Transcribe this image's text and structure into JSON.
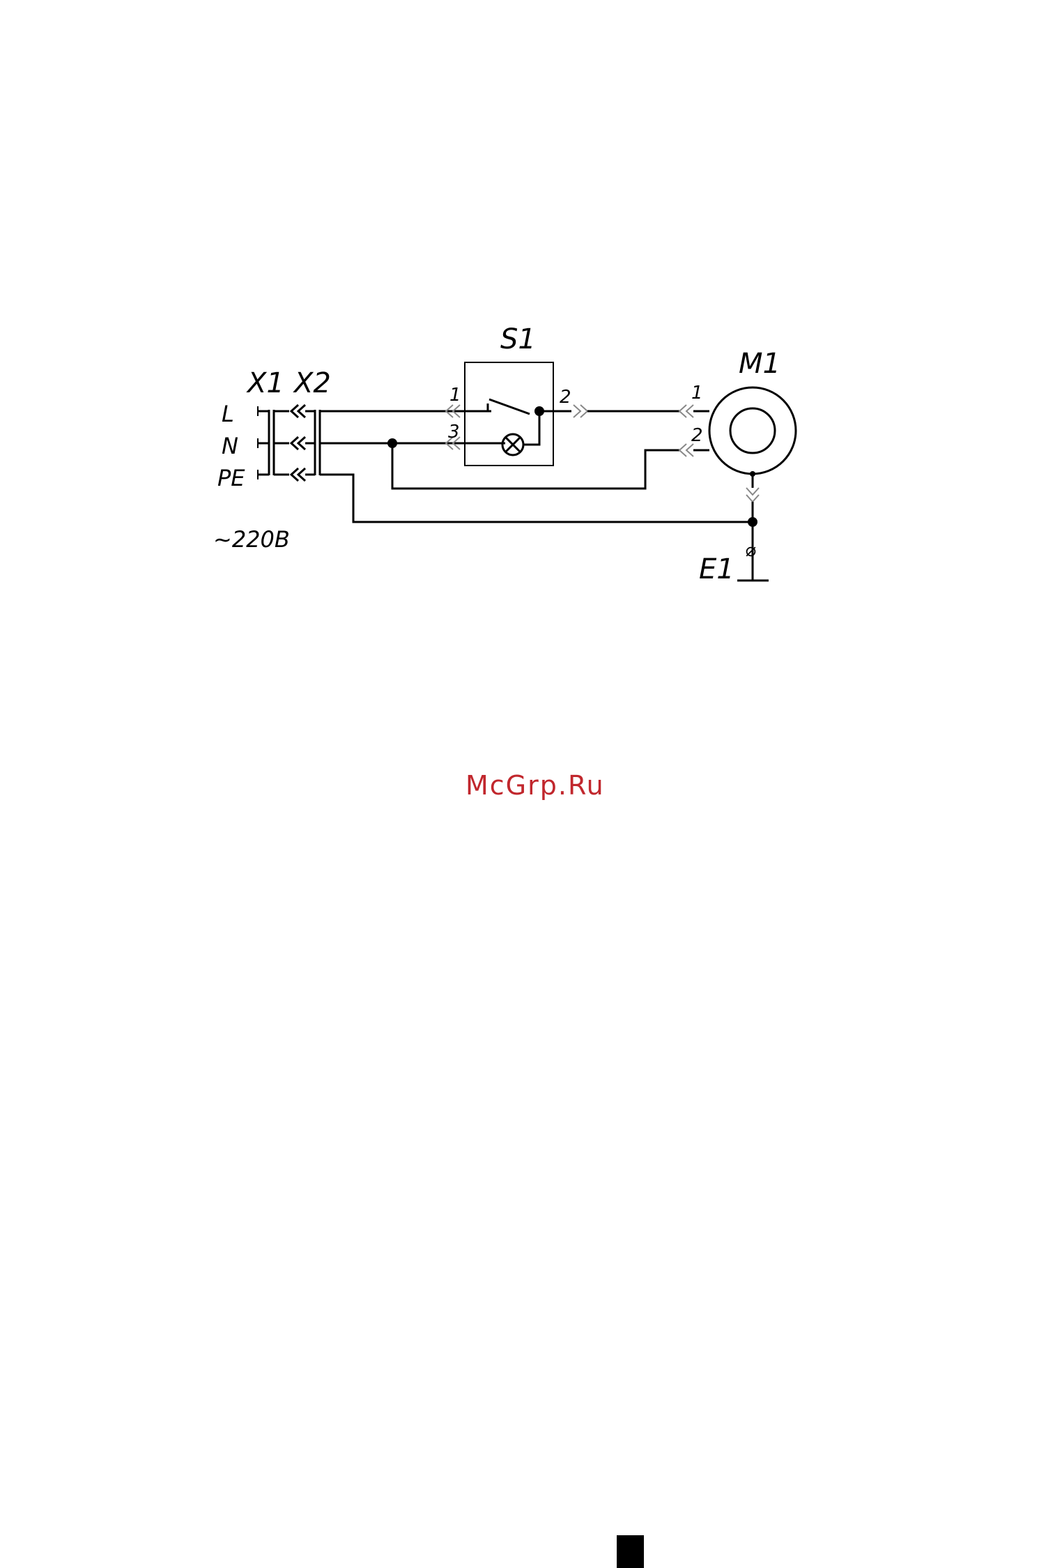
{
  "labels": {
    "s1": "S1",
    "m1": "M1",
    "x1": "X1",
    "x2": "X2",
    "e1": "E1",
    "line_l": "L",
    "line_n": "N",
    "line_pe": "PE",
    "voltage": "~220В",
    "s1_pin1": "1",
    "s1_pin2": "2",
    "s1_pin3": "3",
    "m1_pin1": "1",
    "m1_pin2": "2",
    "e1_symbol": "⌀"
  },
  "watermark": "McGrp.Ru",
  "colors": {
    "watermark": "#c1272d",
    "line": "#000000"
  }
}
